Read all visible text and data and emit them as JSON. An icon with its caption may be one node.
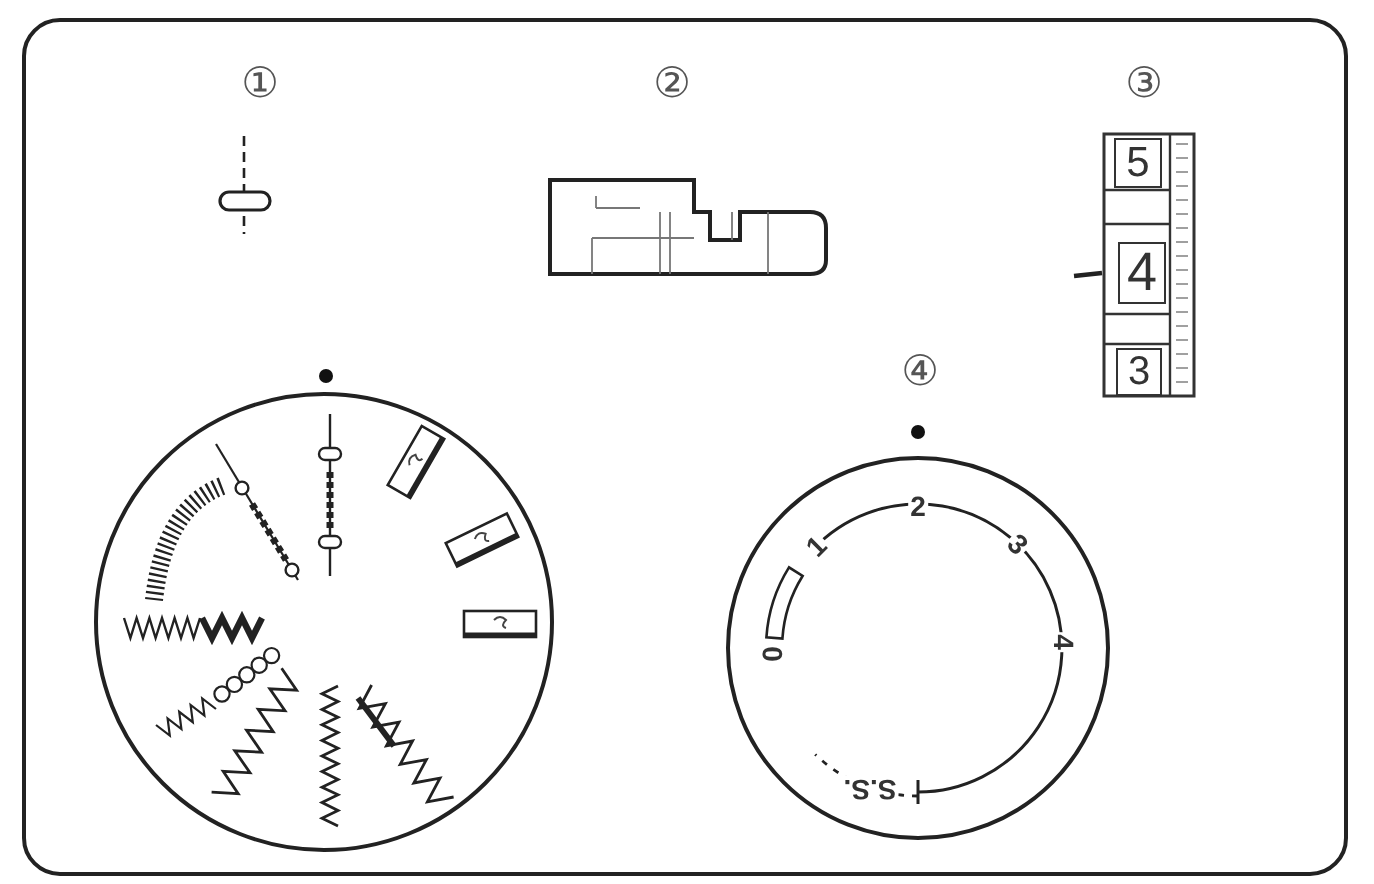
{
  "diagram": {
    "nodes": [
      {
        "text": [
          "5"
        ]
      },
      {
        "text": [
          "4"
        ]
      },
      {
        "text": [
          "3"
        ]
      },
      {
        "text": [
          "0",
          "1",
          "2",
          "3",
          "4",
          "S.S."
        ]
      }
    ],
    "labels": [
      "①",
      "②",
      "③",
      "④"
    ]
  }
}
